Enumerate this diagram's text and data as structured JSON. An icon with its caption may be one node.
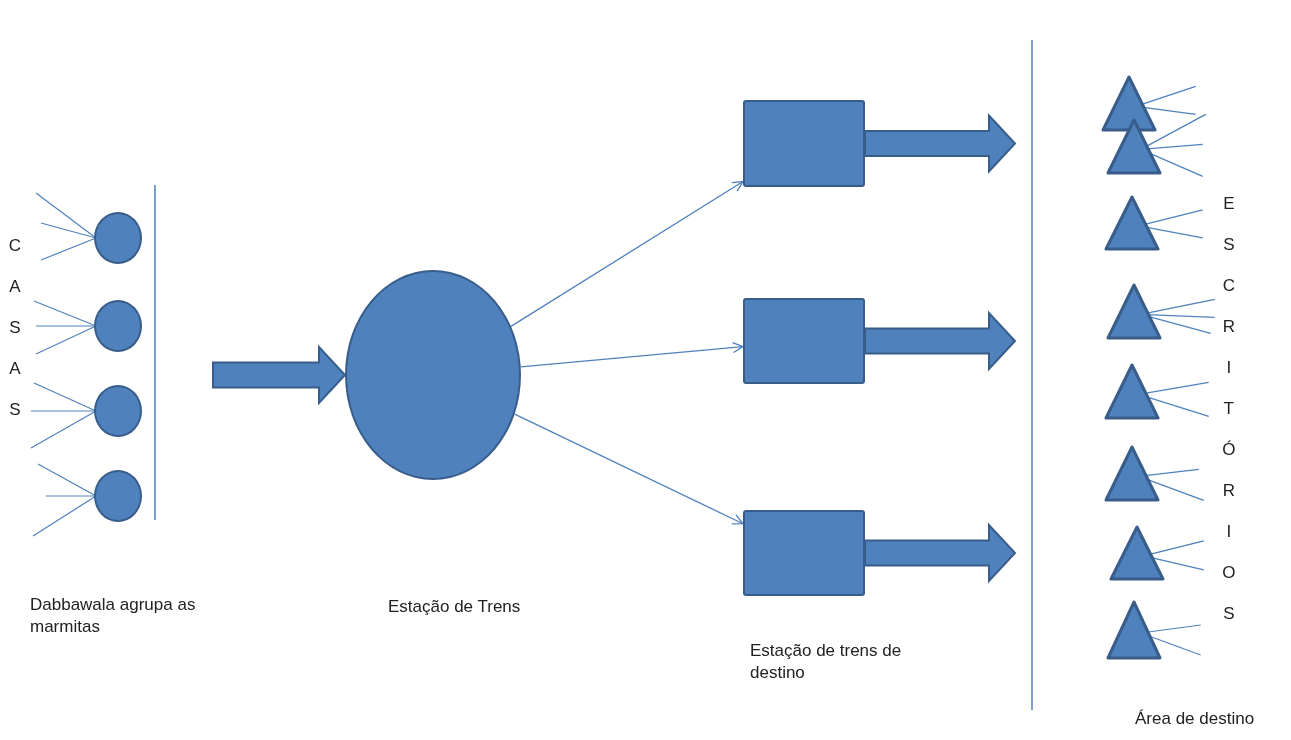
{
  "diagram": {
    "nodes": [
      {
        "text": [],
        "shape": "circle"
      },
      {
        "text": [],
        "shape": "circle"
      },
      {
        "text": [],
        "shape": "circle"
      },
      {
        "text": [],
        "shape": "circle"
      },
      {
        "text": [],
        "shape": "circle"
      },
      {
        "text": [],
        "shape": "box"
      },
      {
        "text": [],
        "shape": "box"
      },
      {
        "text": [],
        "shape": "box"
      },
      {
        "text": [],
        "shape": "triangle"
      },
      {
        "text": [],
        "shape": "triangle"
      },
      {
        "text": [],
        "shape": "triangle"
      },
      {
        "text": [],
        "shape": "triangle"
      },
      {
        "text": [],
        "shape": "triangle"
      },
      {
        "text": [],
        "shape": "triangle"
      },
      {
        "text": [],
        "shape": "triangle"
      },
      {
        "text": [],
        "shape": "triangle"
      }
    ],
    "edges": [
      {
        "from": null,
        "to": 4,
        "arrow": "to",
        "style": "thick"
      },
      {
        "from": 4,
        "to": 5,
        "arrow": "to"
      },
      {
        "from": 4,
        "to": 6,
        "arrow": "to"
      },
      {
        "from": 4,
        "to": 7,
        "arrow": "to"
      },
      {
        "from": 5,
        "to": null,
        "arrow": "to",
        "style": "thick"
      },
      {
        "from": 6,
        "to": null,
        "arrow": "to",
        "style": "thick"
      },
      {
        "from": 7,
        "to": null,
        "arrow": "to",
        "style": "thick"
      }
    ],
    "labels": [
      "CASAS",
      "ESCRITÓRIOS",
      "Dabbawala agrupa as marmitas",
      "Estação de Trens",
      "Estação de trens de destino",
      "Área de destino"
    ]
  }
}
